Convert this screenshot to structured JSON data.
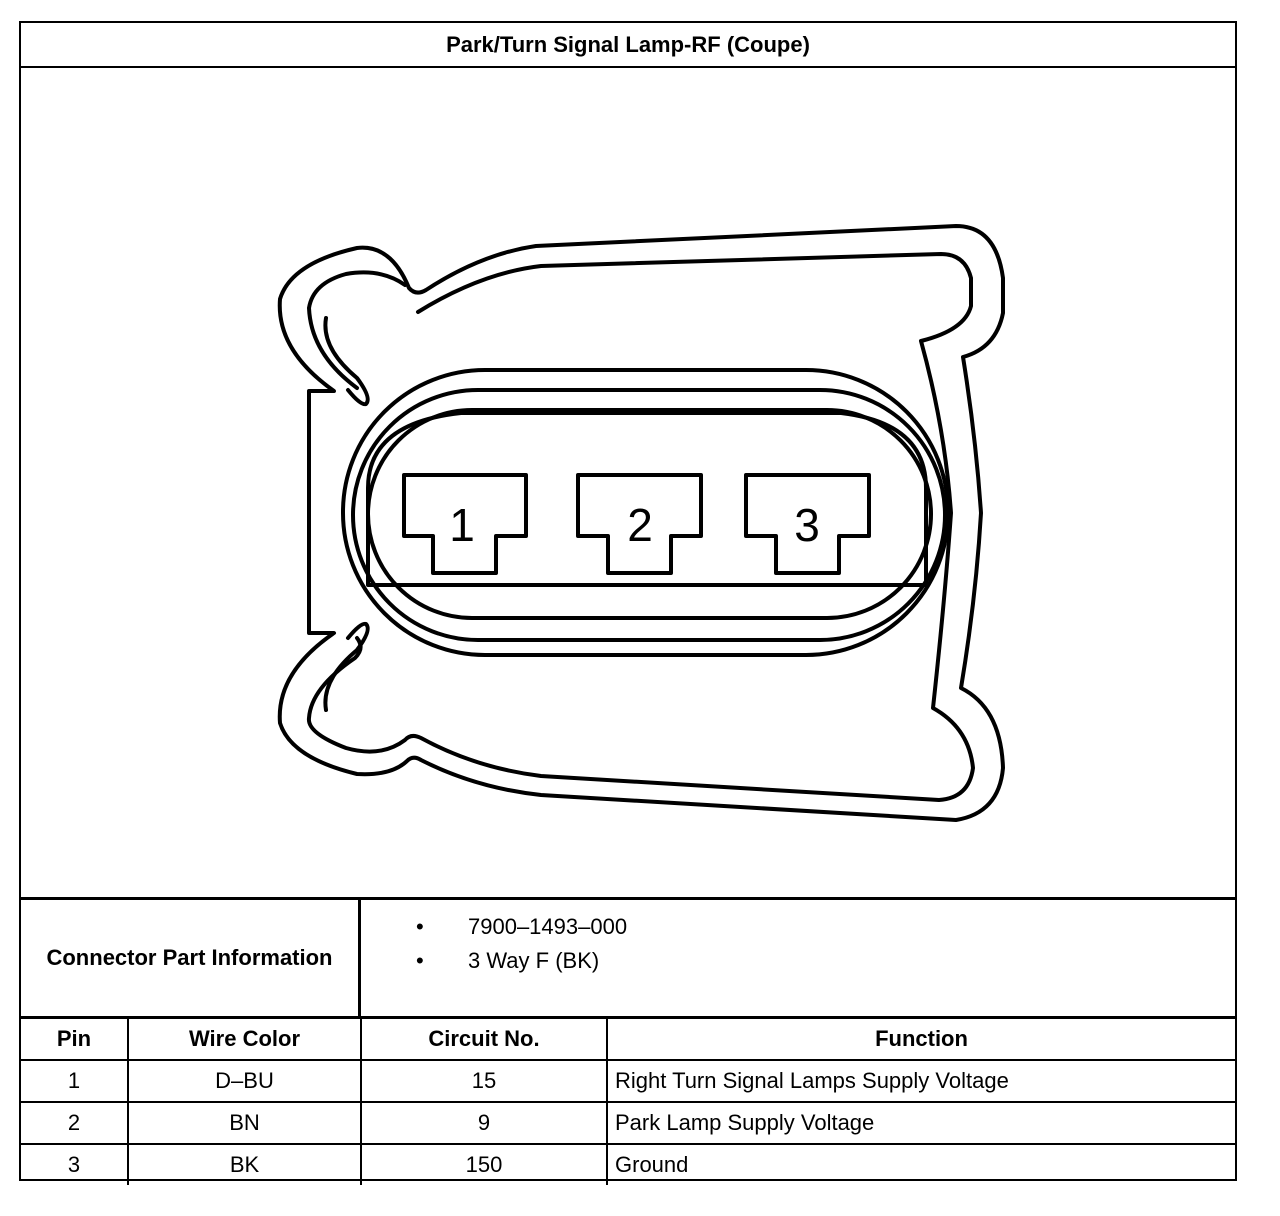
{
  "title": "Park/Turn Signal Lamp-RF (Coupe)",
  "connector": {
    "cavity_labels": [
      "1",
      "2",
      "3"
    ]
  },
  "part_info": {
    "label": "Connector Part Information",
    "items": [
      "7900–1493–000",
      "3 Way F (BK)"
    ]
  },
  "pin_table": {
    "headers": {
      "pin": "Pin",
      "wire_color": "Wire Color",
      "circuit": "Circuit No.",
      "function": "Function"
    },
    "rows": [
      {
        "pin": "1",
        "wire_color": "D–BU",
        "circuit": "15",
        "function": "Right Turn Signal Lamps Supply Voltage"
      },
      {
        "pin": "2",
        "wire_color": "BN",
        "circuit": "9",
        "function": "Park Lamp Supply Voltage"
      },
      {
        "pin": "3",
        "wire_color": "BK",
        "circuit": "150",
        "function": "Ground"
      }
    ]
  }
}
